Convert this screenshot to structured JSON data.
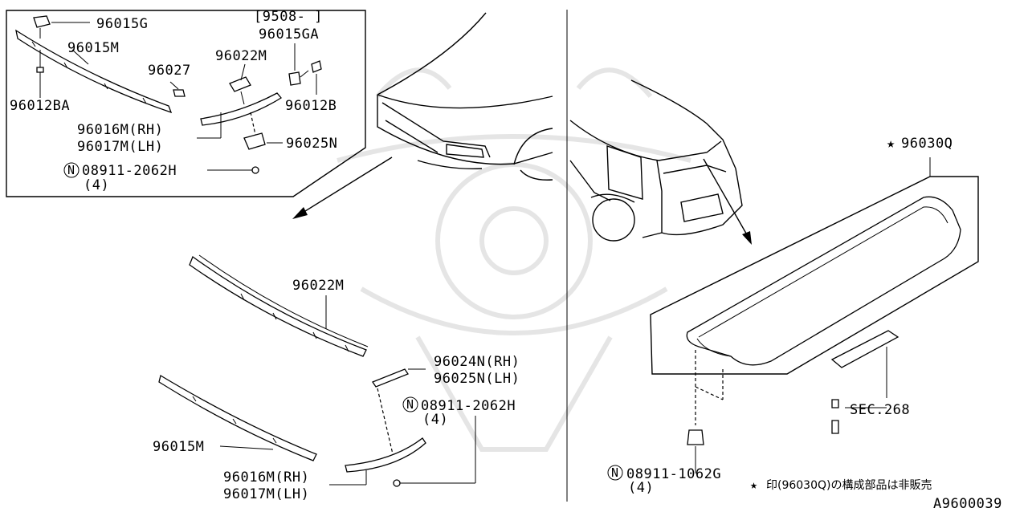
{
  "diagram_code": "A9600039",
  "note": {
    "star": "★",
    "text": "印(96030Q)の構成部品は非販売"
  },
  "front": {
    "inset_labels": {
      "clip_top": "96015G",
      "date_range": "[9508-      ]",
      "clip_alt": "96015GA",
      "molding_upper": "96015M",
      "spacer": "96027",
      "bracket": "96022M",
      "screw": "96012BA",
      "screw_b": "96012B",
      "side_rh": "96016M(RH)",
      "side_lh": "96017M(LH)",
      "seal": "96025N",
      "nut_circle": "N",
      "nut": "08911-2062H",
      "nut_qty": "(4)"
    },
    "main_labels": {
      "grille": "96022M",
      "seal_rh": "96024N(RH)",
      "seal_lh": "96025N(LH)",
      "nut_circle": "N",
      "nut": "08911-2062H",
      "nut_qty": "(4)",
      "molding": "96015M",
      "side_rh": "96016M(RH)",
      "side_lh": "96017M(LH)"
    }
  },
  "rear": {
    "spoiler_star": "★",
    "spoiler": "96030Q",
    "sec": "SEC.268",
    "nut_circle": "N",
    "nut": "08911-1062G",
    "nut_qty": "(4)"
  }
}
